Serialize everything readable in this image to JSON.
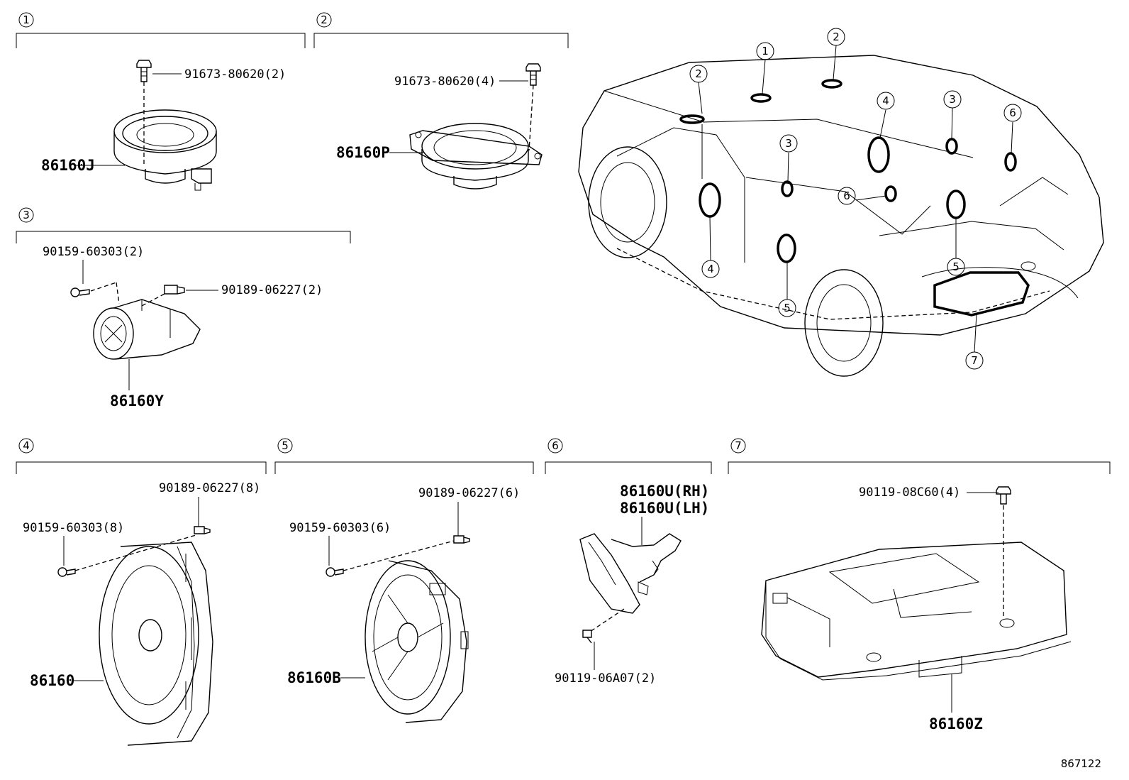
{
  "diagram_id": "867122",
  "sections": [
    {
      "num": "1",
      "parts": [
        "91673-80620(2)",
        "86160J"
      ]
    },
    {
      "num": "2",
      "parts": [
        "91673-80620(4)",
        "86160P"
      ]
    },
    {
      "num": "3",
      "parts": [
        "90159-60303(2)",
        "90189-06227(2)",
        "86160Y"
      ]
    },
    {
      "num": "4",
      "parts": [
        "90189-06227(8)",
        "90159-60303(8)",
        "86160"
      ]
    },
    {
      "num": "5",
      "parts": [
        "90189-06227(6)",
        "90159-60303(6)",
        "86160B"
      ]
    },
    {
      "num": "6",
      "parts": [
        "86160U(RH)",
        "86160U(LH)",
        "90119-06A07(2)"
      ]
    },
    {
      "num": "7",
      "parts": [
        "90119-08C60(4)",
        "86160Z"
      ]
    }
  ],
  "vehicle_callouts": [
    "2",
    "1",
    "2",
    "4",
    "3",
    "3",
    "6",
    "6",
    "4",
    "5",
    "5",
    "7"
  ]
}
